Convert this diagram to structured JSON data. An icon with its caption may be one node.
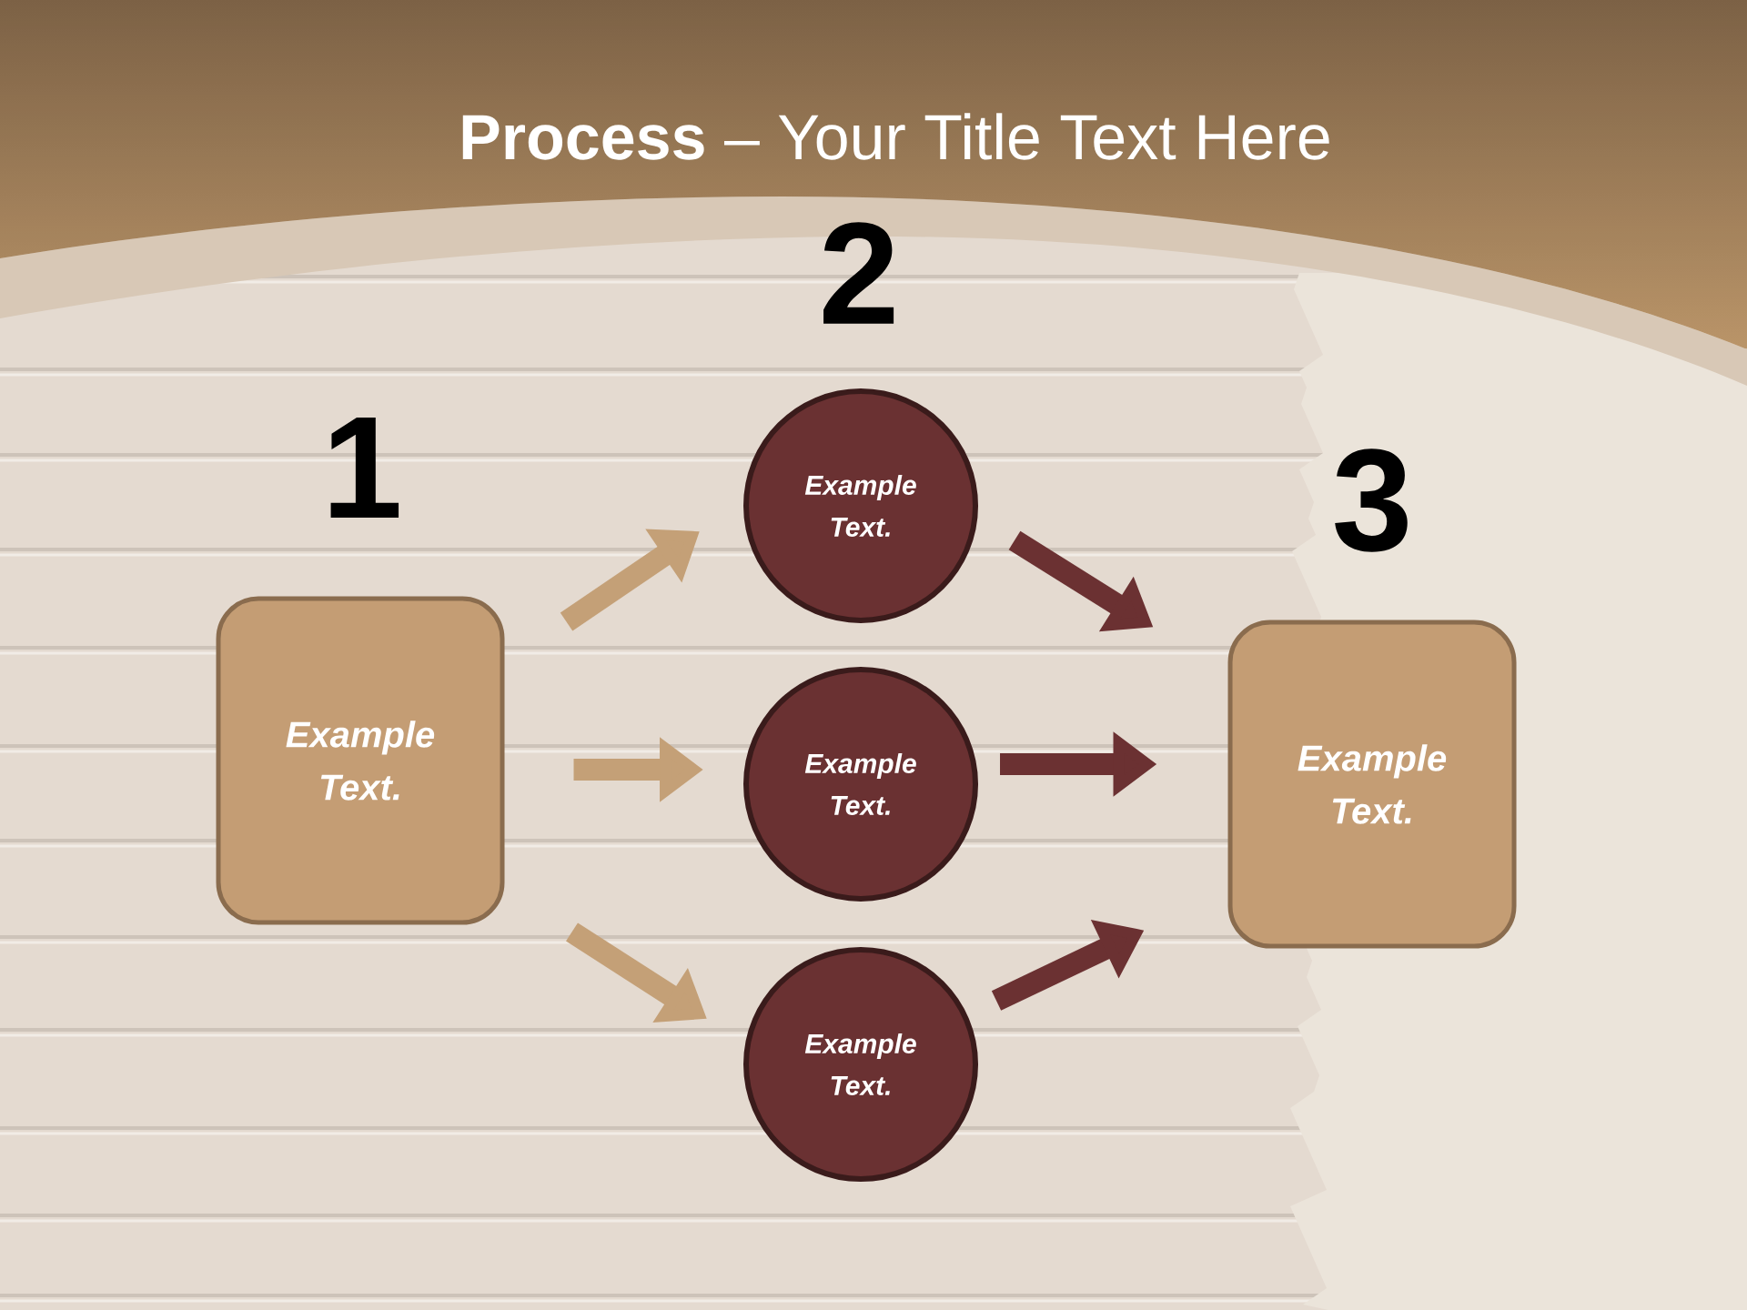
{
  "diagram": {
    "title": "**Process** – Your Title Text Here",
    "nodes": [
      {
        "text": [
          "Example Text."
        ]
      },
      {
        "text": [
          "Example Text."
        ]
      },
      {
        "text": [
          "Example Text."
        ]
      },
      {
        "text": [
          "Example Text."
        ]
      },
      {
        "text": [
          "Example Text."
        ]
      }
    ],
    "edges": [
      {
        "from": 0,
        "to": 1,
        "arrow": "to",
        "color": "#c4a077"
      },
      {
        "from": 0,
        "to": 2,
        "arrow": "to",
        "color": "#c4a077"
      },
      {
        "from": 0,
        "to": 3,
        "arrow": "to",
        "color": "#c4a077"
      },
      {
        "from": 1,
        "to": 4,
        "arrow": "to",
        "color": "#6b3132"
      },
      {
        "from": 2,
        "to": 4,
        "arrow": "to",
        "color": "#6b3132"
      },
      {
        "from": 3,
        "to": 4,
        "arrow": "to",
        "color": "#6b3132"
      }
    ],
    "labels": [
      "1",
      "2",
      "3"
    ]
  }
}
